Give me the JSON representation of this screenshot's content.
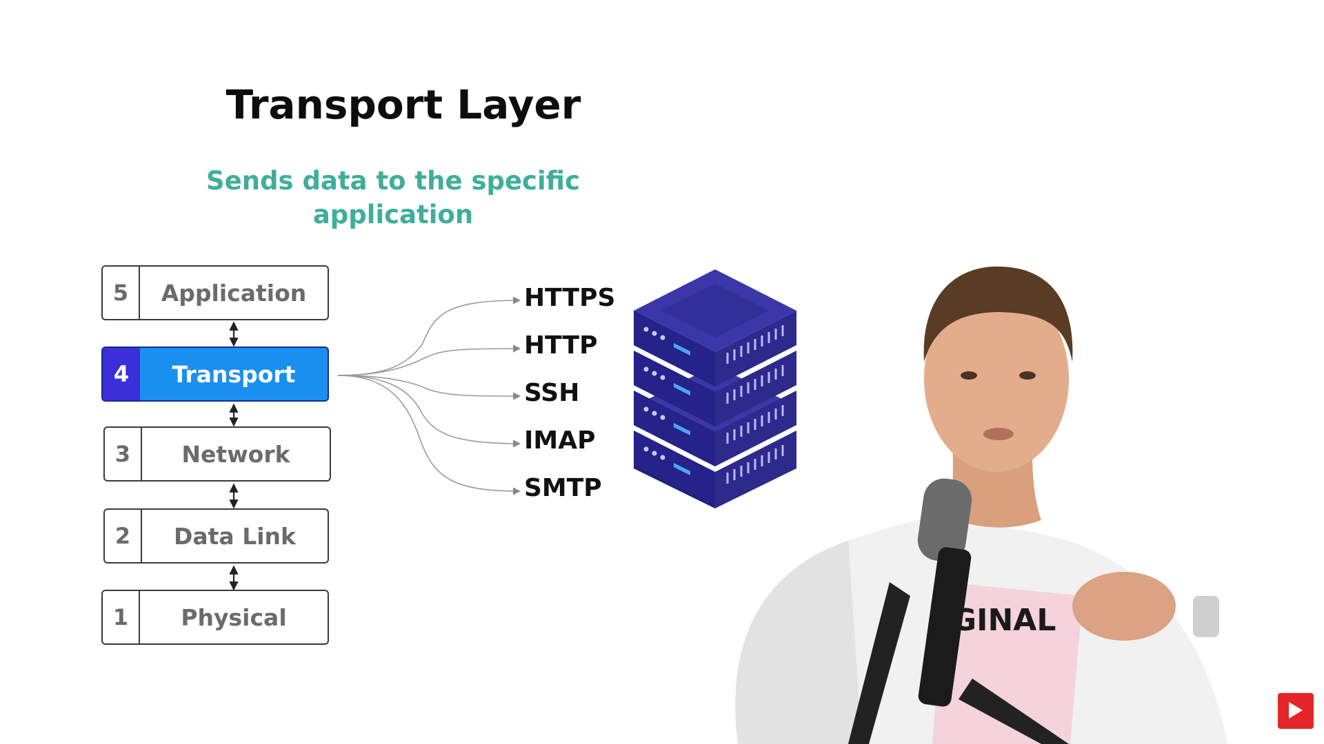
{
  "slide": {
    "title": "Transport Layer",
    "subtitle": "Sends data to the specific application"
  },
  "osi_layers": [
    {
      "number": "5",
      "name": "Application",
      "active": false
    },
    {
      "number": "4",
      "name": "Transport",
      "active": true
    },
    {
      "number": "3",
      "name": "Network",
      "active": false
    },
    {
      "number": "2",
      "name": "Data Link",
      "active": false
    },
    {
      "number": "1",
      "name": "Physical",
      "active": false
    }
  ],
  "protocols": [
    "HTTPS",
    "HTTP",
    "SSH",
    "IMAP",
    "SMTP"
  ],
  "icons": {
    "server": "server-stack-icon",
    "subscribe": "subscribe-icon"
  },
  "colors": {
    "subtitle": "#3fae9a",
    "active_layer": "#1a8ff0",
    "active_number": "#3a2fd8",
    "server": "#2d2a8c",
    "subscribe": "#e4262a"
  }
}
